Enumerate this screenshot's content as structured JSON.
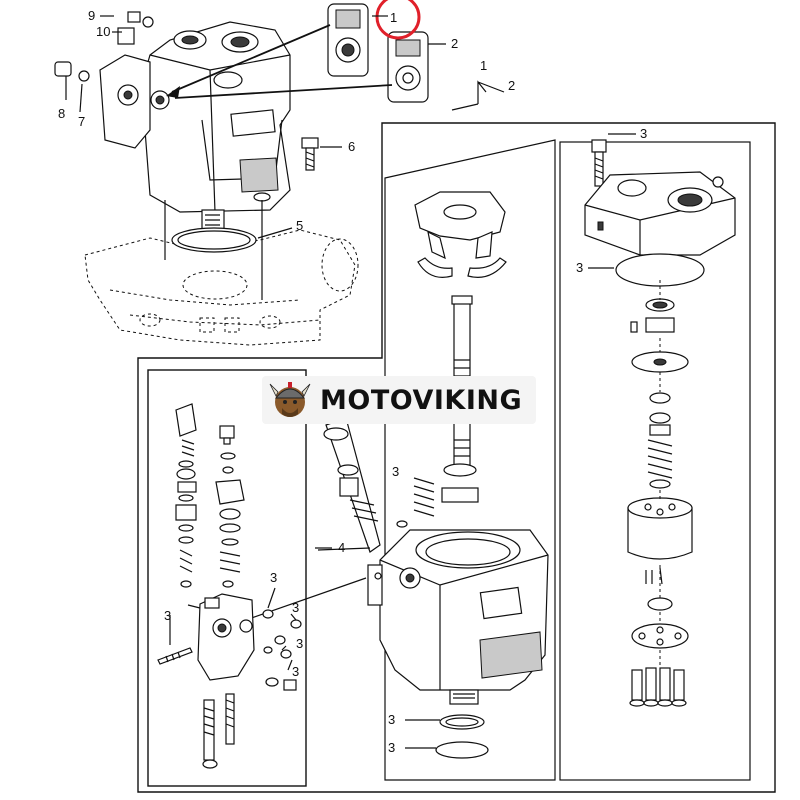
{
  "brand": {
    "logo_text": "MOTOVIKING",
    "logo_icon": "viking-helmet-icon"
  },
  "callouts": {
    "c1": "1",
    "c2": "2",
    "c3": "3",
    "c4": "4",
    "c5": "5",
    "c6": "6",
    "c7": "7",
    "c8": "8",
    "c9": "9",
    "c10": "10"
  },
  "colors": {
    "highlight_circle": "#e0202a",
    "line": "#111111",
    "logo_bg": "#f4f4f4"
  }
}
